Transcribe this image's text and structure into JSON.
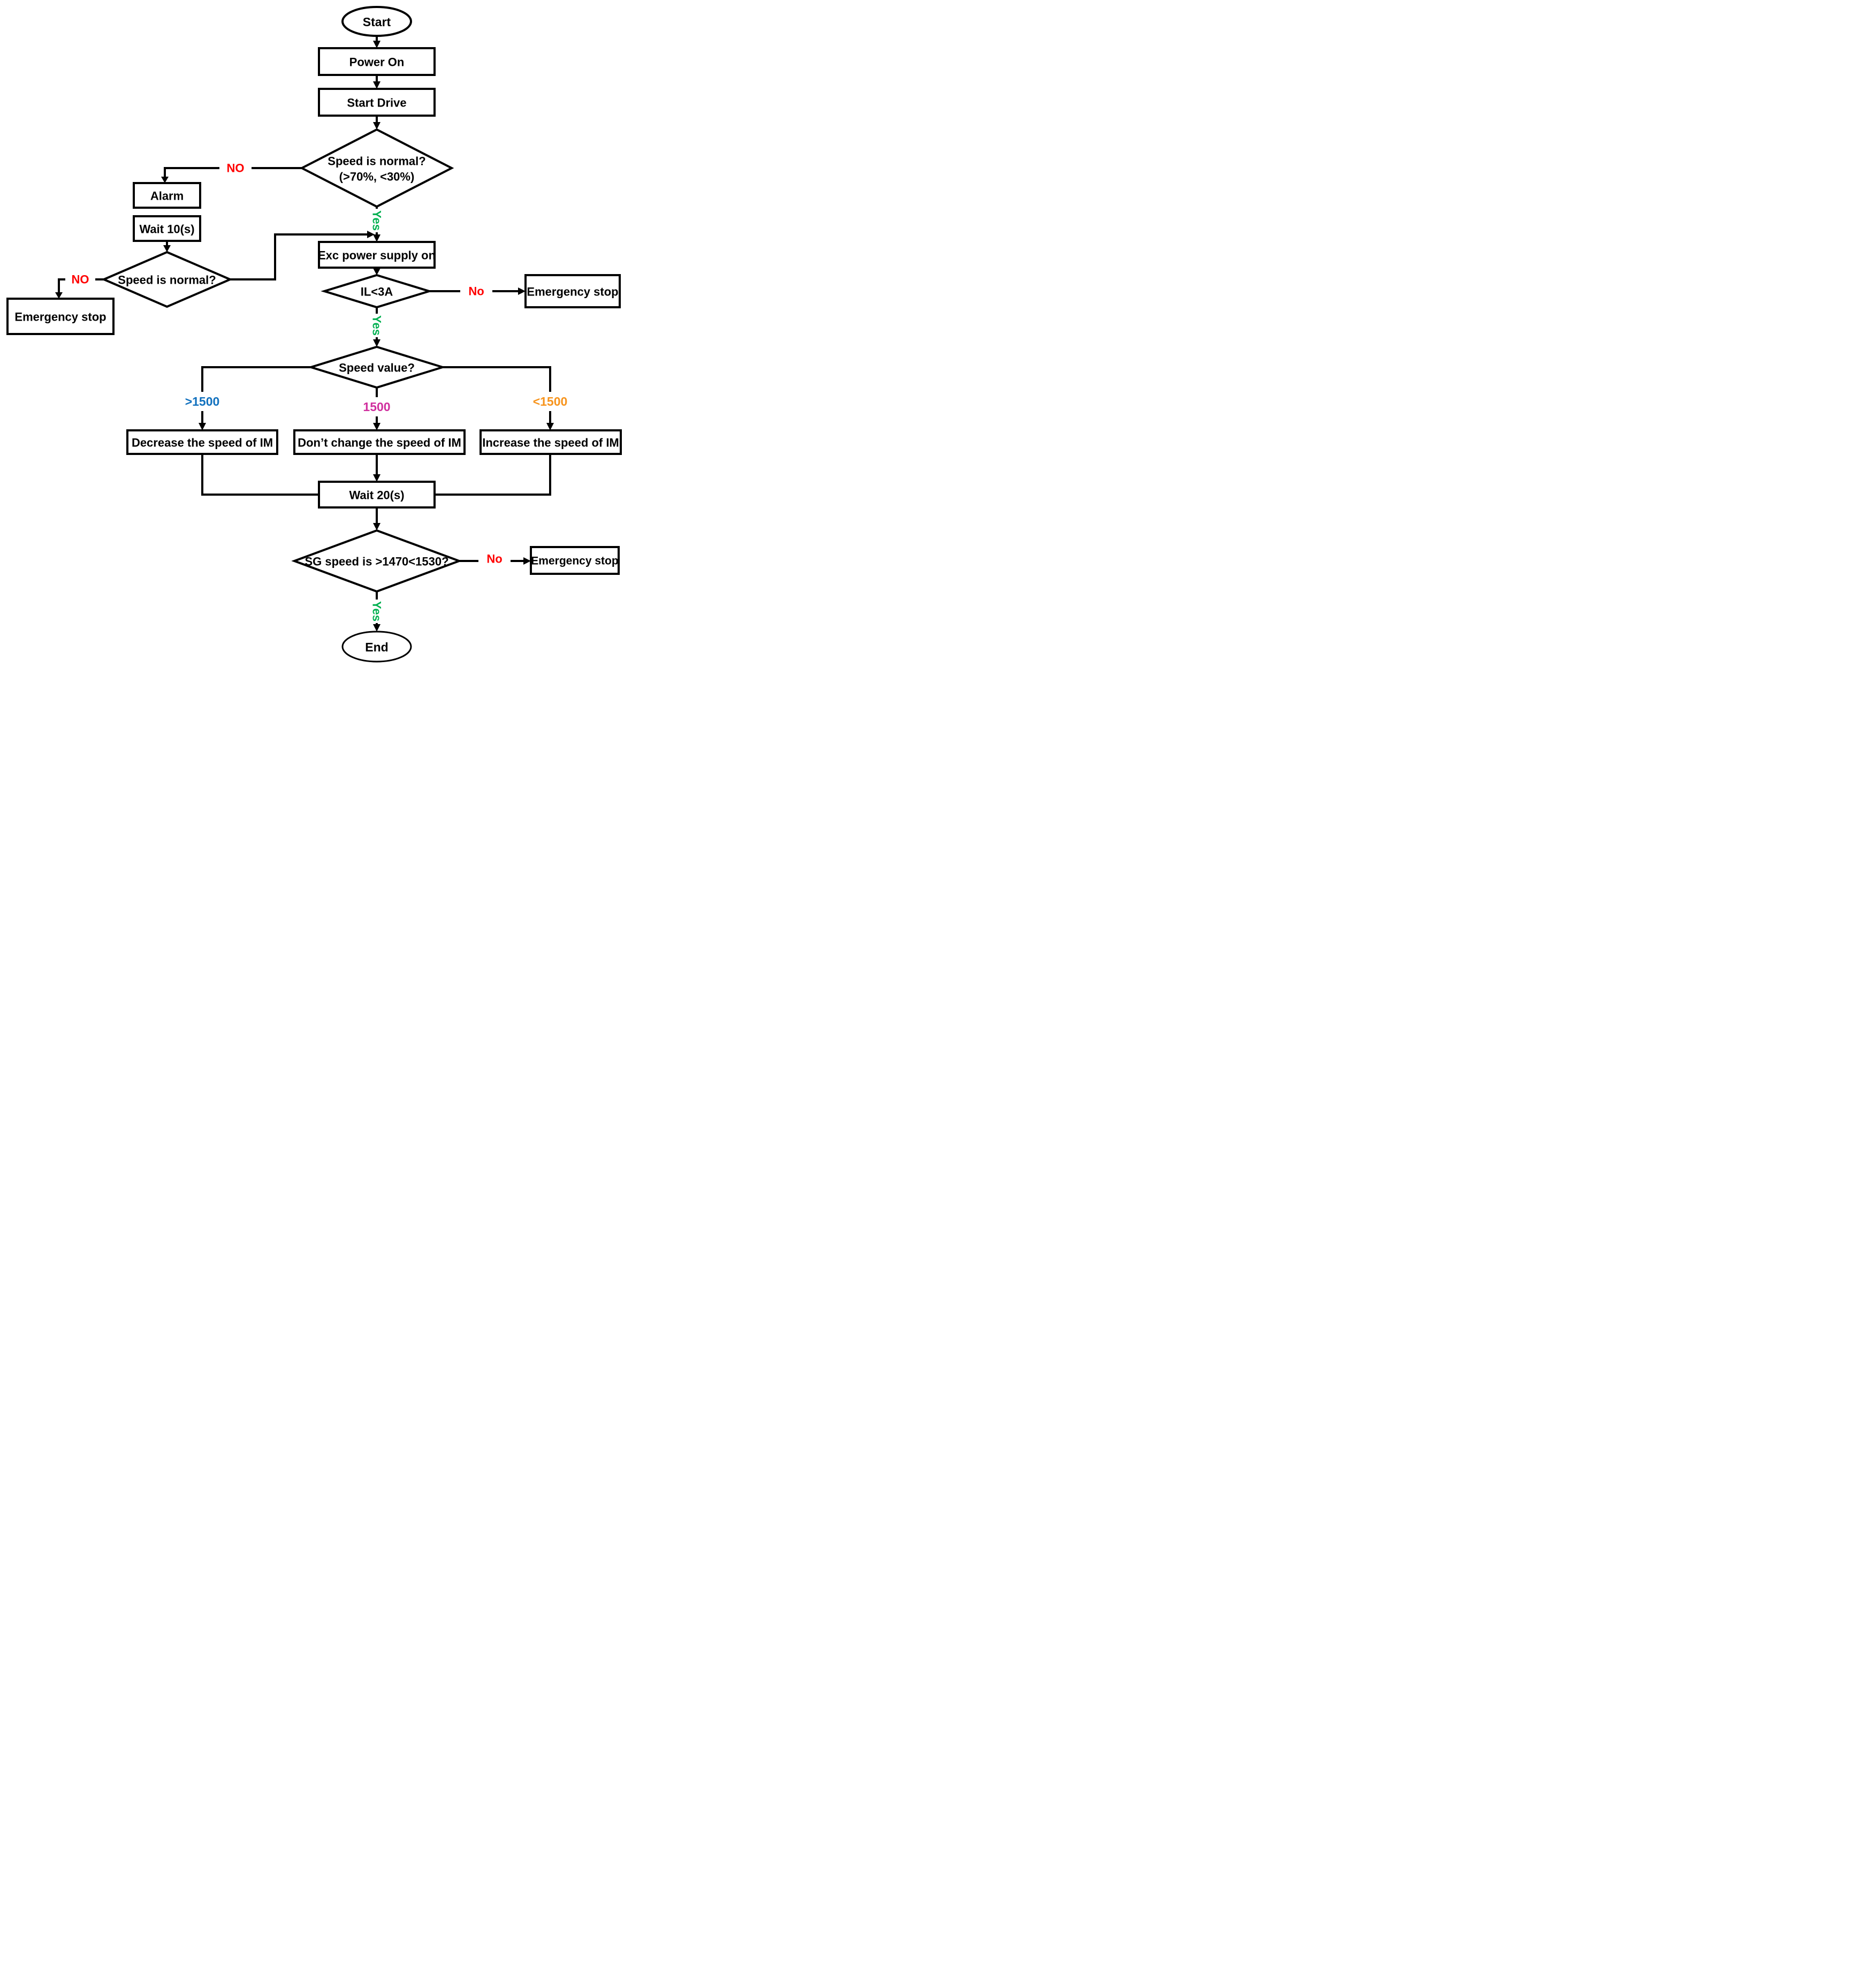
{
  "diagram": {
    "type": "flowchart",
    "nodes": {
      "start": {
        "label": "Start"
      },
      "power_on": {
        "label": "Power On"
      },
      "start_drive": {
        "label": "Start Drive"
      },
      "speed_normal_1": {
        "label_line1": "Speed is normal?",
        "label_line2": "(>70%, <30%)"
      },
      "alarm": {
        "label": "Alarm"
      },
      "wait_10": {
        "label": "Wait 10(s)"
      },
      "speed_normal_2": {
        "label": "Speed is normal?"
      },
      "emergency_stop_left": {
        "label": "Emergency stop"
      },
      "exc_power_supply": {
        "label": "Exc power supply on"
      },
      "il_lt_3a": {
        "label": "IL<3A"
      },
      "emergency_stop_right_1": {
        "label": "Emergency stop"
      },
      "speed_value": {
        "label": "Speed value?"
      },
      "decrease_speed": {
        "label": "Decrease the speed of IM"
      },
      "dont_change_speed": {
        "label": "Don’t change the speed of IM"
      },
      "increase_speed": {
        "label": "Increase the speed of IM"
      },
      "wait_20": {
        "label": "Wait 20(s)"
      },
      "sg_speed": {
        "label": "SG speed is >1470<1530?"
      },
      "emergency_stop_right_2": {
        "label": "Emergency stop"
      },
      "end": {
        "label": "End"
      }
    },
    "edge_labels": {
      "no_upper": "NO",
      "no_mid": "NO",
      "no_right_1": "No",
      "no_right_2": "No",
      "yes_1": "Yes",
      "yes_2": "Yes",
      "yes_3": "Yes",
      "branch_gt_1500": ">1500",
      "branch_eq_1500": "1500",
      "branch_lt_1500": "<1500"
    },
    "colors": {
      "no": "#FF0000",
      "yes": "#00B050",
      "branch_gt_1500": "#1271BE",
      "branch_eq_1500": "#D02F9E",
      "branch_lt_1500": "#F7941D",
      "line": "#000000"
    }
  }
}
